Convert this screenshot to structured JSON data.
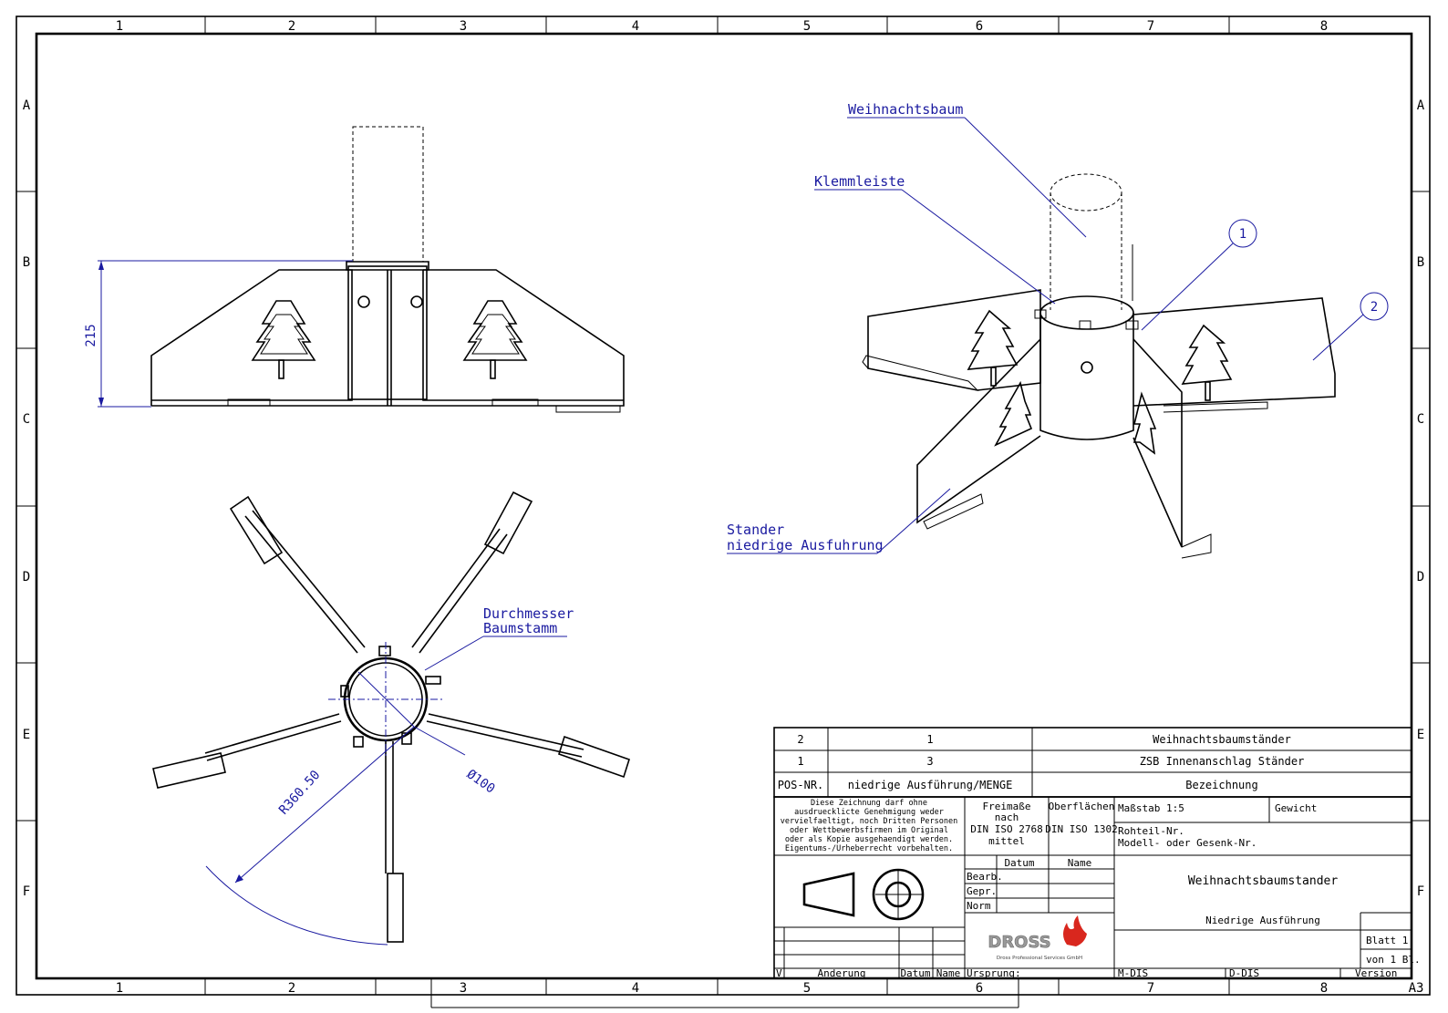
{
  "frame": {
    "columns": [
      "1",
      "2",
      "3",
      "4",
      "5",
      "6",
      "7",
      "8"
    ],
    "rows": [
      "A",
      "B",
      "C",
      "D",
      "E",
      "F"
    ],
    "sheet_format": "A3"
  },
  "annotations": {
    "weihnachtsbaum": "Weihnachtsbaum",
    "klemmleiste": "Klemmleiste",
    "stander_line1": "Stander",
    "stander_line2": "niedrige Ausfuhrung",
    "durchmesser_line1": "Durchmesser",
    "durchmesser_line2": "Baumstamm",
    "balloon_1": "1",
    "balloon_2": "2",
    "dim_height": "215",
    "dim_diameter": "Ø100",
    "dim_radius": "R360.50"
  },
  "parts_list": {
    "rows": [
      {
        "pos": "2",
        "qty": "1",
        "name": "Weihnachtsbaumständer"
      },
      {
        "pos": "1",
        "qty": "3",
        "name": "ZSB Innenanschlag Ständer"
      }
    ],
    "header": {
      "pos": "POS-NR.",
      "qty": "niedrige Ausführung/MENGE",
      "name": "Bezeichnung"
    }
  },
  "title_block": {
    "notice": [
      "Diese Zeichnung darf ohne",
      "ausdruecklicte Genehmigung weder",
      "vervielfaeltigt, noch Dritten Personen",
      "oder Wettbewerbsfirmen im Original",
      "oder als Kopie ausgehaendigt werden.",
      "Eigentums-/Urheberrecht vorbehalten."
    ],
    "freimasse": [
      "Freimaße",
      "nach",
      "DIN ISO 2768",
      "mittel"
    ],
    "oberflachen": "Oberflächen",
    "oberflachen_norm": "DIN ISO 1302",
    "massstab": "Maßstab 1:5",
    "gewicht": "Gewicht",
    "rohteil": "Rohteil-Nr.",
    "modell": "Modell- oder Gesenk-Nr.",
    "datum": "Datum",
    "name": "Name",
    "bearb": "Bearb.",
    "gepr": "Gepr.",
    "norm": "Norm",
    "title": "Weihnachtsbaumstander",
    "subtitle": "Niedrige Ausführung",
    "blatt": "Blatt 1",
    "von": "von 1 Bl.",
    "logo": "DROSS",
    "logo_sub": "Dross Professional Services GmbH",
    "rev_v": "V",
    "rev_aenderung": "Änderung",
    "rev_datum": "Datum",
    "rev_name": "Name",
    "ursprung": "Ursprung:",
    "mdis": "M-DIS",
    "ddis": "D-DIS",
    "version": "Version"
  }
}
